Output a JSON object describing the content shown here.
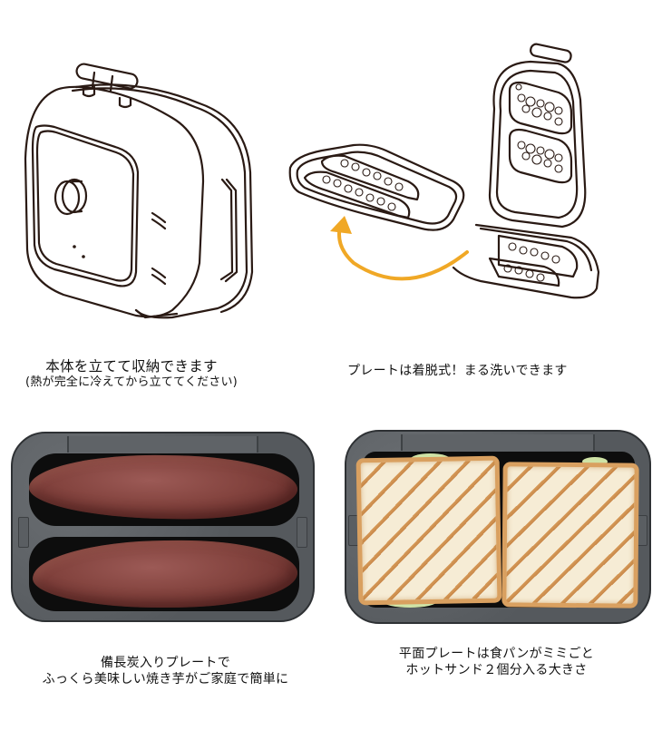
{
  "panels": [
    {
      "id": "upright-storage",
      "illustration": "grill-upright-line-drawing",
      "caption_main": "本体を立てて収納できます",
      "caption_sub": "(熱が完全に冷えてから立ててください)"
    },
    {
      "id": "removable-plates",
      "illustration": "grill-open-plate-removal-line-drawing",
      "caption_main": "プレートは着脱式！まる洗いできます"
    },
    {
      "id": "sweet-potato-plate",
      "illustration": "two-sweet-potatoes-on-plate-photo",
      "caption_line1": "備長炭入りプレートで",
      "caption_line2": "ふっくら美味しい焼き芋がご家庭で簡単に"
    },
    {
      "id": "flat-plate-sandwich",
      "illustration": "two-hot-sandwiches-on-flat-plate-photo",
      "caption_line1": "平面プレートは食パンがミミごと",
      "caption_line2": "ホットサンド２個分入る大きさ"
    }
  ],
  "colors": {
    "line_art": "#2a1a14",
    "arrow": "#f0a826",
    "tray": "#5a5e62",
    "tray_well": "#0d0d0d",
    "potato": "#84443f",
    "toast": "#f6ecd5",
    "grill_marks": "#d69a58"
  }
}
